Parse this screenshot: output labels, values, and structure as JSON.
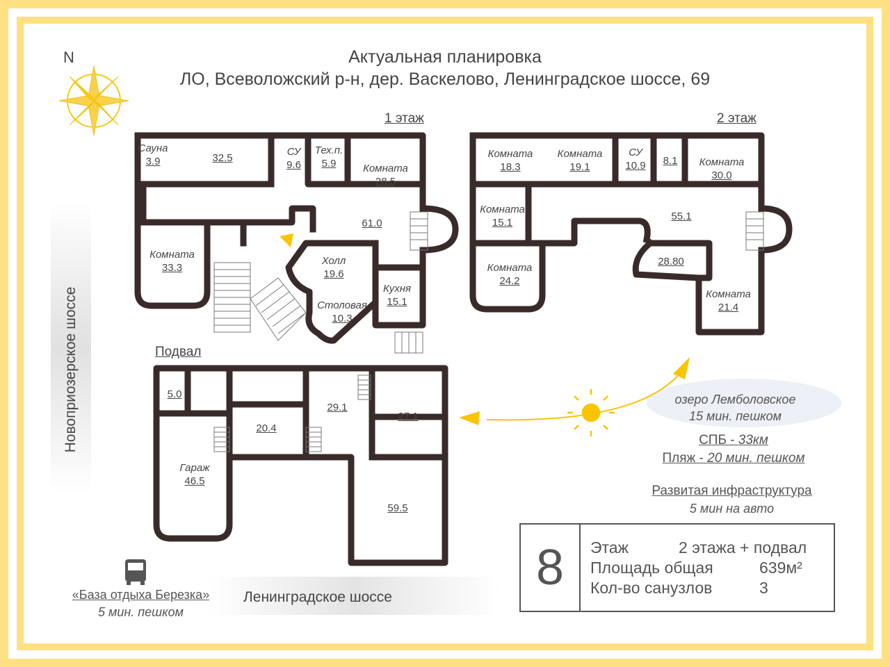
{
  "title": {
    "line1": "Актуальная планировка",
    "line2": "ЛО, Всеволожский р-н, дер. Васкелово, Ленинградское шоссе, 69"
  },
  "compass": {
    "north": "N"
  },
  "floors": {
    "first": "1 этаж",
    "second": "2 этаж",
    "basement": "Подвал"
  },
  "rooms_first": [
    {
      "name": "Сауна",
      "area": "3.9"
    },
    {
      "name": "",
      "area": "32.5"
    },
    {
      "name": "СУ",
      "area": "9.6"
    },
    {
      "name": "Тех.п.",
      "area": "5.9"
    },
    {
      "name": "Комната",
      "area": "28.5"
    },
    {
      "name": "",
      "area": "61.0"
    },
    {
      "name": "Комната",
      "area": "33.3"
    },
    {
      "name": "Холл",
      "area": "19.6"
    },
    {
      "name": "Кухня",
      "area": "15.1"
    },
    {
      "name": "Столовая",
      "area": "10.3"
    }
  ],
  "rooms_second": [
    {
      "name": "Комната",
      "area": "18.3"
    },
    {
      "name": "Комната",
      "area": "19.1"
    },
    {
      "name": "СУ",
      "area": "10.9"
    },
    {
      "name": "",
      "area": "8.1"
    },
    {
      "name": "Комната",
      "area": "30.0"
    },
    {
      "name": "Комната",
      "area": "15.1"
    },
    {
      "name": "",
      "area": "55.1"
    },
    {
      "name": "Комната",
      "area": "24.2"
    },
    {
      "name": "",
      "area": "28.80"
    },
    {
      "name": "Комната",
      "area": "21.4"
    }
  ],
  "rooms_basement": [
    {
      "name": "",
      "area": "5.0"
    },
    {
      "name": "",
      "area": "29.1"
    },
    {
      "name": "",
      "area": "27.1"
    },
    {
      "name": "",
      "area": "20.4"
    },
    {
      "name": "Гараж",
      "area": "46.5"
    },
    {
      "name": "",
      "area": "59.5"
    }
  ],
  "roads": {
    "left": "Новоприозерское шоссе",
    "bottom": "Ленинградское шоссе"
  },
  "bus_stop": {
    "name": "«База отдыха Березка»",
    "time": "5 мин. пешком"
  },
  "nearby": {
    "lake_name": "озеро Лемболовское",
    "lake_time": "15 мин. пешком",
    "spb_label": "СПБ - ",
    "spb_value": "33км",
    "beach_label": "Пляж - ",
    "beach_value": "20 мин. пешком",
    "infra_title": "Развитая инфраструктура",
    "infra_time": "5 мин на авто"
  },
  "specs": {
    "number": "8",
    "floor_label": "Этаж",
    "floor_value": "2 этажа + подвал",
    "area_label": "Площадь общая",
    "area_value": "639м²",
    "bath_label": "Кол-во санузлов",
    "bath_value": "3"
  },
  "colors": {
    "accent": "#ffe082",
    "sun": "#f9c400",
    "wall": "#3a2b2b"
  }
}
